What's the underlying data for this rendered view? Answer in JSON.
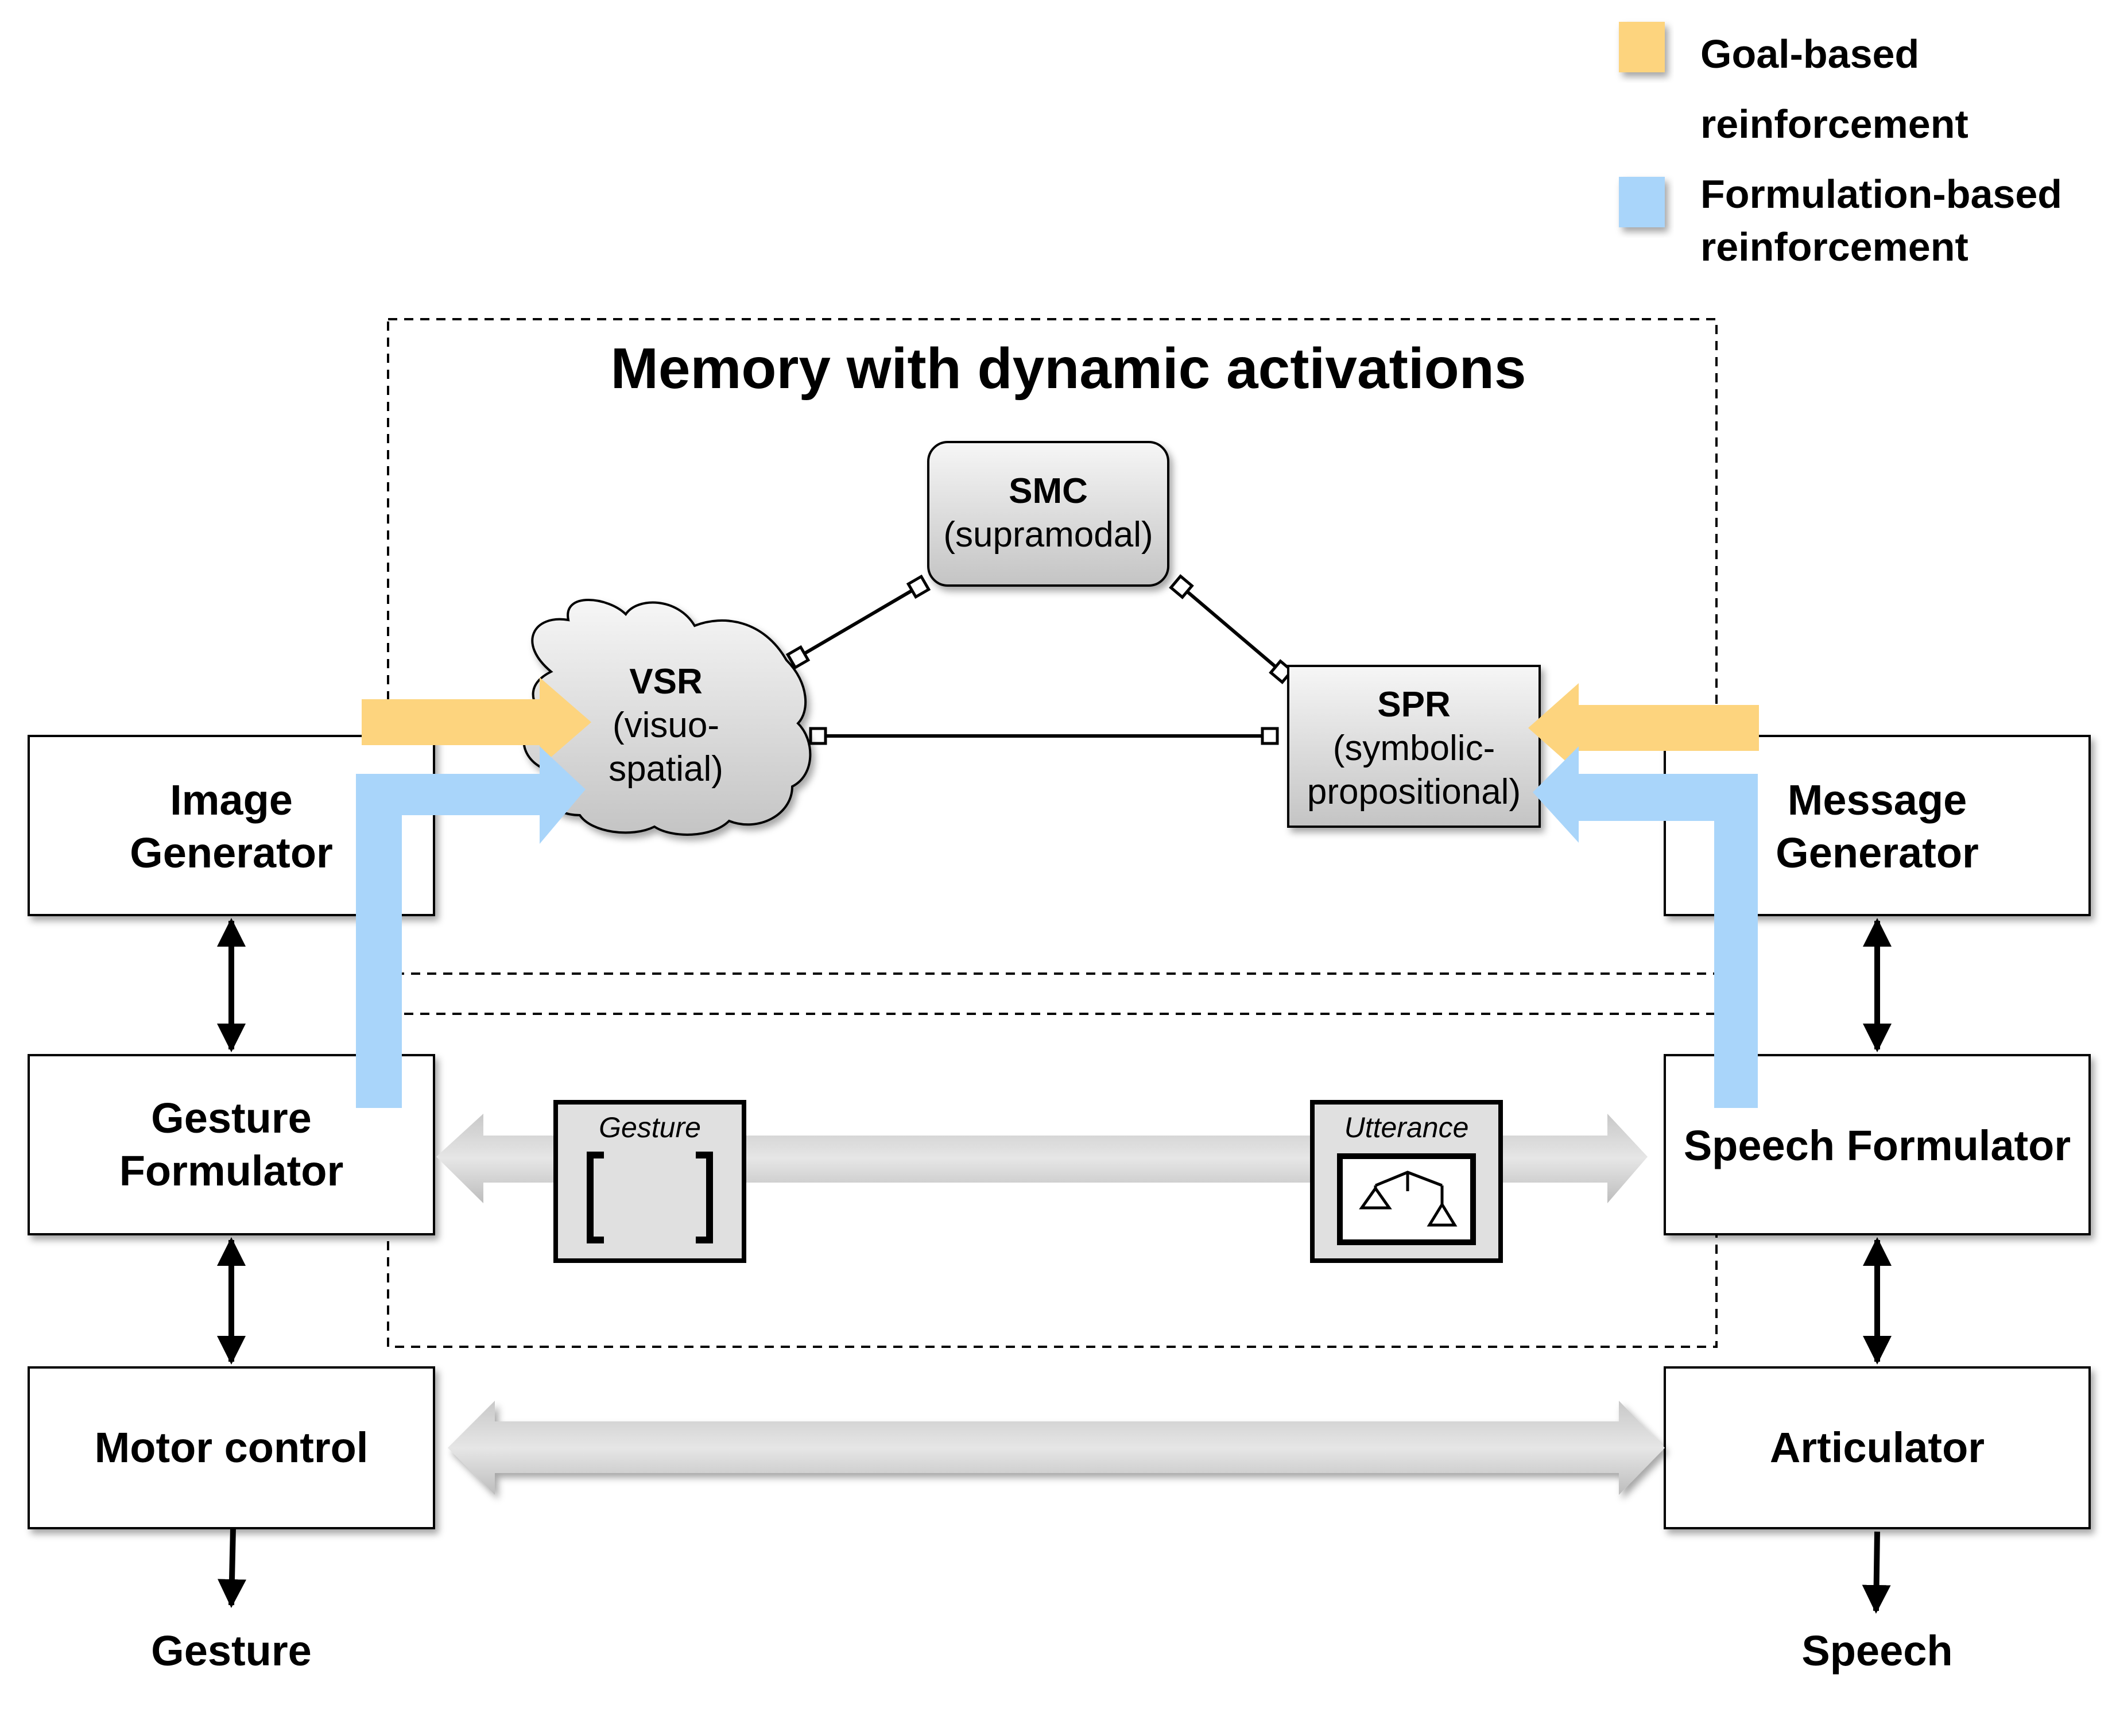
{
  "legend": {
    "goal": {
      "label_line1": "Goal-based",
      "label_line2": "reinforcement",
      "color": "#FDD47E"
    },
    "formulation": {
      "label_line1": "Formulation-based",
      "label_line2": "reinforcement",
      "color": "#A9D5FA"
    }
  },
  "memory": {
    "title": "Memory with dynamic activations"
  },
  "nodes": {
    "smc": {
      "name": "SMC",
      "desc": "(supramodal)"
    },
    "vsr": {
      "name": "VSR",
      "desc_line1": "(visuo-",
      "desc_line2": "spatial)"
    },
    "spr": {
      "name": "SPR",
      "desc_line1": "(symbolic-",
      "desc_line2": "propositional)"
    }
  },
  "modules": {
    "image_generator": {
      "line1": "Image",
      "line2": "Generator"
    },
    "message_generator": {
      "line1": "Message",
      "line2": "Generator"
    },
    "gesture_formulator": {
      "line1": "Gesture",
      "line2": "Formulator"
    },
    "speech_formulator": {
      "label": "Speech Formulator"
    },
    "motor_control": {
      "label": "Motor control"
    },
    "articulator": {
      "label": "Articulator"
    }
  },
  "buffers": {
    "gesture": "Gesture",
    "utterance": "Utterance"
  },
  "outputs": {
    "gesture": "Gesture",
    "speech": "Speech"
  }
}
